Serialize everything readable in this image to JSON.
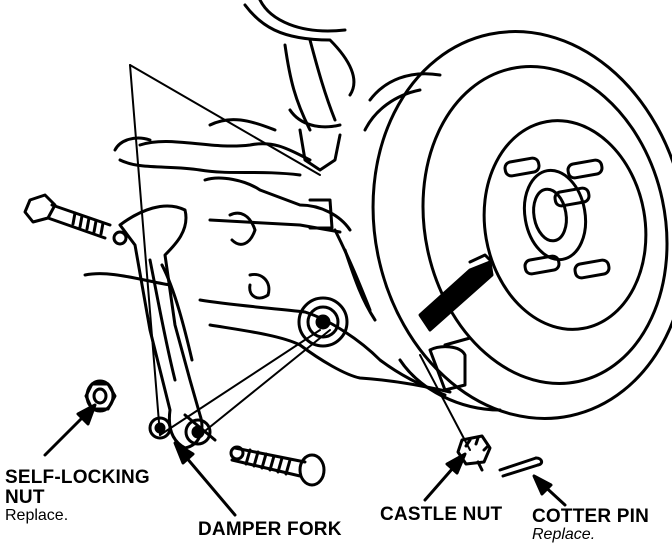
{
  "labels": {
    "self_locking_nut": {
      "title_line1": "SELF-LOCKING",
      "title_line2": "NUT",
      "note": "Replace."
    },
    "damper_fork": {
      "title": "DAMPER FORK"
    },
    "castle_nut": {
      "title": "CASTLE NUT"
    },
    "cotter_pin": {
      "title": "COTTER PIN",
      "note": "Replace."
    }
  }
}
